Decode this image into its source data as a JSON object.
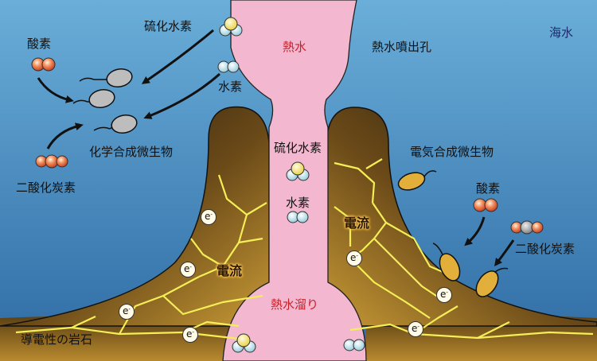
{
  "labels": {
    "sulfide_top": "硫化水素",
    "oxygen_left": "酸素",
    "hydrogen_top": "水素",
    "hot_water_top": "熱水",
    "vent": "熱水噴出孔",
    "seawater": "海水",
    "chemo": "化学合成微生物",
    "co2_left": "二酸化炭素",
    "sulfide_center": "硫化水素",
    "hydrogen_center": "水素",
    "electro": "電気合成微生物",
    "oxygen_right": "酸素",
    "current_right": "電流",
    "current_left": "電流",
    "co2_right": "二酸化炭素",
    "reservoir": "熱水溜り",
    "rock": "導電性の岩石",
    "electron": "e"
  },
  "colors": {
    "seawater_top": "#5da3d4",
    "seawater_bottom": "#2f6fa8",
    "hot_water": "#f2b6cd",
    "rock_dark": "#1a130b",
    "rock_glow": "#d4a53a",
    "lightning": "#f3ec55",
    "chemo_microbe": "#bdbdbd",
    "electro_microbe": "#e2b03a",
    "oxygen": "#e0573b",
    "hydrogen": "#b9dfe9",
    "sulfur": "#f1e27a"
  }
}
